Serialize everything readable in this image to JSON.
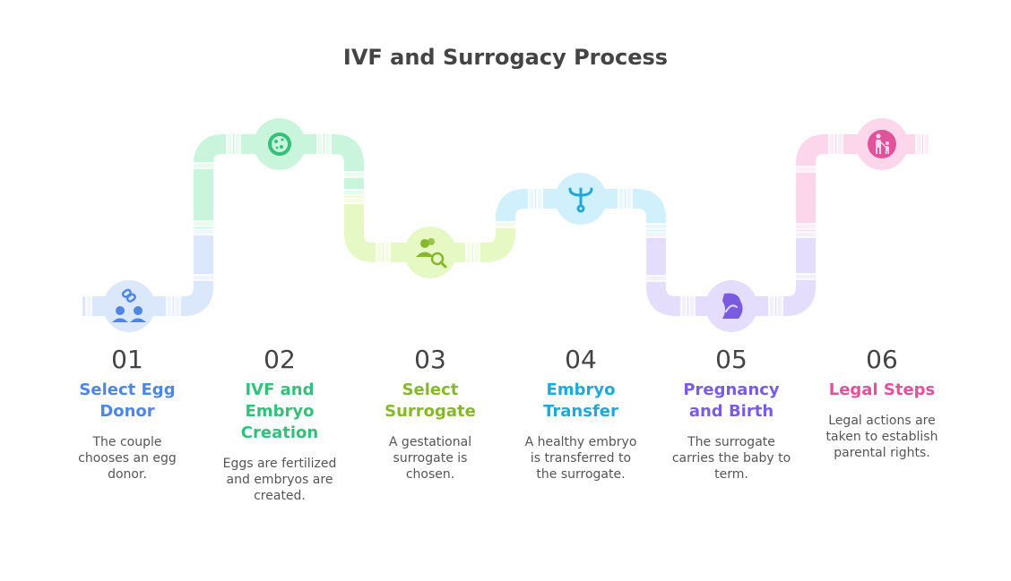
{
  "title": "IVF and Surrogacy Process",
  "steps": [
    {
      "number": "01",
      "heading_lines": [
        "Select Egg",
        "Donor"
      ],
      "desc_lines": [
        "The couple",
        "chooses an egg",
        "donor."
      ],
      "color": "#4f86e3",
      "pipe_color": "#dbe7fb",
      "icon": "couple-link-icon"
    },
    {
      "number": "02",
      "heading_lines": [
        "IVF and",
        "Embryo",
        "Creation"
      ],
      "desc_lines": [
        "Eggs are fertilized",
        "and embryos are",
        "created."
      ],
      "color": "#34c07a",
      "pipe_color": "#c9f5dd",
      "icon": "petri-dish-icon"
    },
    {
      "number": "03",
      "heading_lines": [
        "Select",
        "Surrogate"
      ],
      "desc_lines": [
        "A gestational",
        "surrogate is",
        "chosen."
      ],
      "color": "#86b82b",
      "pipe_color": "#e6f8c4",
      "icon": "person-search-icon"
    },
    {
      "number": "04",
      "heading_lines": [
        "Embryo",
        "Transfer"
      ],
      "desc_lines": [
        "A healthy embryo",
        "is transferred to",
        "the surrogate."
      ],
      "color": "#1fa8d8",
      "pipe_color": "#d0f0fb",
      "icon": "iud-icon"
    },
    {
      "number": "05",
      "heading_lines": [
        "Pregnancy",
        "and Birth"
      ],
      "desc_lines": [
        "The surrogate",
        "carries the baby to",
        "term."
      ],
      "color": "#7b5ce0",
      "pipe_color": "#e4ddfb",
      "icon": "pregnancy-icon"
    },
    {
      "number": "06",
      "heading_lines": [
        "Legal Steps"
      ],
      "desc_lines": [
        "Legal actions are",
        "taken to establish",
        "parental rights."
      ],
      "color": "#e0529a",
      "pipe_color": "#fcd6ea",
      "icon": "parent-child-icon"
    }
  ]
}
